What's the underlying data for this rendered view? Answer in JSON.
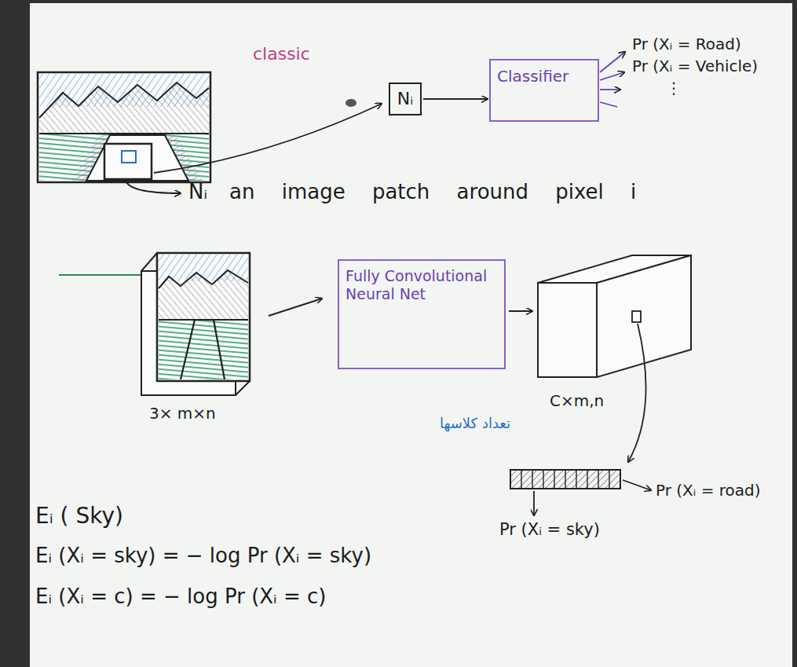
{
  "diagram": {
    "nodes": [
      {
        "text": [
          "Nᵢ"
        ]
      },
      {
        "text": [
          "Classifier"
        ]
      },
      {
        "text": [
          "Fully Convolutional Neural Net"
        ]
      }
    ],
    "edges": [
      {
        "from": 0,
        "to": 1,
        "arrow": "to"
      }
    ],
    "labels": [
      "classic",
      "Pr (Xᵢ = Road)",
      "Pr (Xᵢ = Vehicle)",
      "⋮",
      "Nᵢ",
      "an image patch around pixel i",
      "3× m×n",
      "C×m,n",
      "تعداد کلاسها",
      "Pr (Xᵢ = road)",
      "Pr (Xᵢ = sky)",
      "Eᵢ ( Sky)",
      "Eᵢ (Xᵢ = sky) = − log Pr (Xᵢ = sky)",
      "Eᵢ (Xᵢ = c) = − log Pr (Xᵢ = c)"
    ]
  }
}
